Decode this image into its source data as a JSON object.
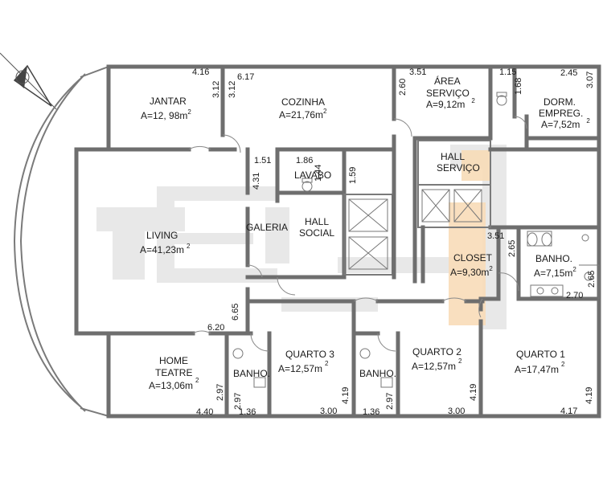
{
  "rooms": {
    "jantar": {
      "name": "JANTAR",
      "area": "A=12, 98m",
      "sup": "2"
    },
    "cozinha": {
      "name": "COZINHA",
      "area": "A=21,76m",
      "sup": "2"
    },
    "area_servico": {
      "name1": "ÁREA",
      "name2": "SERVIÇO",
      "area": "A=9,12m",
      "sup": "2"
    },
    "dorm": {
      "name1": "DORM.",
      "name2": "EMPREG.",
      "area": "A=7,52m",
      "sup": "2"
    },
    "hall_servico": {
      "name1": "HALL",
      "name2": "SERVIÇO"
    },
    "lavabo": {
      "name": "LAVABO"
    },
    "living": {
      "name": "LIVING",
      "area": "A=41,23m",
      "sup": "2"
    },
    "galeria": {
      "name": "GALERIA"
    },
    "hall_social": {
      "name1": "HALL",
      "name2": "SOCIAL"
    },
    "closet": {
      "name": "CLOSET",
      "area": "A=9,30m",
      "sup": "2"
    },
    "banho_master": {
      "name": "BANHO.",
      "area": "A=7,15m",
      "sup": "2"
    },
    "home_teatre": {
      "name1": "HOME",
      "name2": "TEATRE",
      "area": "A=13,06m",
      "sup": "2"
    },
    "banho1": {
      "name": "BANHO."
    },
    "quarto3": {
      "name": "QUARTO 3",
      "area": "A=12,57m",
      "sup": "2"
    },
    "banho2": {
      "name": "BANHO."
    },
    "quarto2": {
      "name": "QUARTO 2",
      "area": "A=12,57m",
      "sup": "2"
    },
    "quarto1": {
      "name": "QUARTO 1",
      "area": "A=17,47m",
      "sup": "2"
    }
  },
  "dimensions": {
    "d1": "4.16",
    "d2": "3.12",
    "d3": "3.12",
    "d4": "6.17",
    "d5": "2.60",
    "d6": "3.51",
    "d7": "1.15",
    "d8": "1.68",
    "d9": "2.45",
    "d10": "3.07",
    "d11": "1.51",
    "d12": "1.86",
    "d13": "1.44",
    "d14": "4.31",
    "d15": "1.59",
    "d16": "3.51",
    "d17": "2.65",
    "d18": "2.65",
    "d19": "2.70",
    "d20": "6.65",
    "d21": "6.20",
    "d22": "2.97",
    "d23": "4.40",
    "d24": "2.97",
    "d25": "1.36",
    "d26": "4.19",
    "d27": "3.00",
    "d28": "1.36",
    "d29": "2.97",
    "d30": "4.19",
    "d31": "3.00",
    "d32": "4.19",
    "d33": "4.17"
  },
  "colors": {
    "highlight": "#f8dcb8",
    "walls": "#6e6e6e",
    "watermark": "#e2e2e2"
  },
  "icons": {
    "compass": "north-arrow-icon"
  }
}
